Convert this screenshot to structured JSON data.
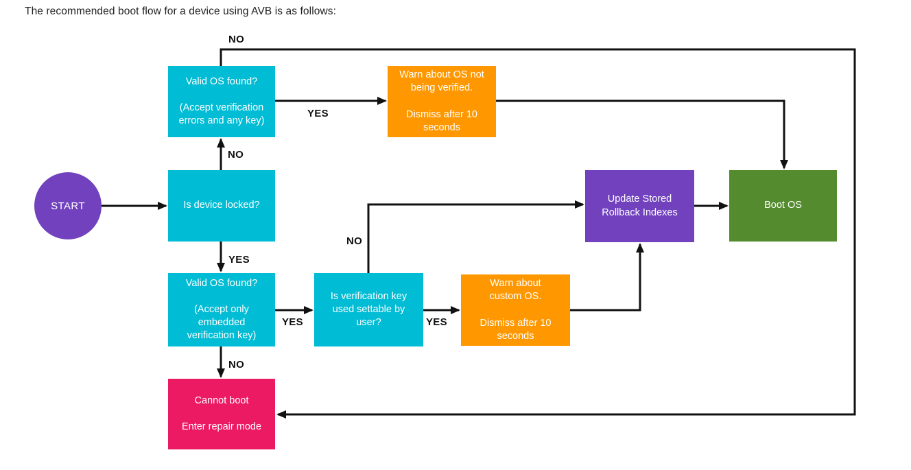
{
  "title": "The recommended boot flow for a device using AVB is as follows:",
  "start": {
    "label": "START",
    "color": "#7141BE"
  },
  "nodes": {
    "valid_os_any": {
      "text": "Valid OS found?\n\n(Accept verification\nerrors and any key)",
      "color": "#00BCD4"
    },
    "warn_os_not_verified": {
      "text": "Warn about OS not\nbeing verified.\n\nDismiss after 10\nseconds",
      "color": "#FF9800"
    },
    "is_device_locked": {
      "text": "Is device locked?",
      "color": "#00BCD4"
    },
    "update_rollback": {
      "text": "Update Stored\nRollback Indexes",
      "color": "#7141BE"
    },
    "boot_os": {
      "text": "Boot OS",
      "color": "#558B2F"
    },
    "valid_os_embedded": {
      "text": "Valid OS found?\n\n(Accept only\nembedded\nverification key)",
      "color": "#00BCD4"
    },
    "key_settable": {
      "text": "Is verification key\nused settable by\nuser?",
      "color": "#00BCD4"
    },
    "warn_custom_os": {
      "text": "Warn about\ncustom OS.\n\nDismiss after 10\nseconds",
      "color": "#FF9800"
    },
    "cannot_boot": {
      "text": "Cannot boot\n\nEnter repair mode",
      "color": "#EC1A62"
    }
  },
  "edge_labels": {
    "any_no_loop": "NO",
    "locked_to_any_no": "NO",
    "any_to_warn_yes": "YES",
    "locked_to_embedded_yes": "YES",
    "embedded_to_key_yes": "YES",
    "key_to_warn_yes": "YES",
    "key_to_update_no": "NO",
    "embedded_to_cannot_no": "NO"
  },
  "colors": {
    "line": "#111111",
    "label_text": "#111111",
    "node_text": "#FFFFFF",
    "background": "#FFFFFF"
  }
}
